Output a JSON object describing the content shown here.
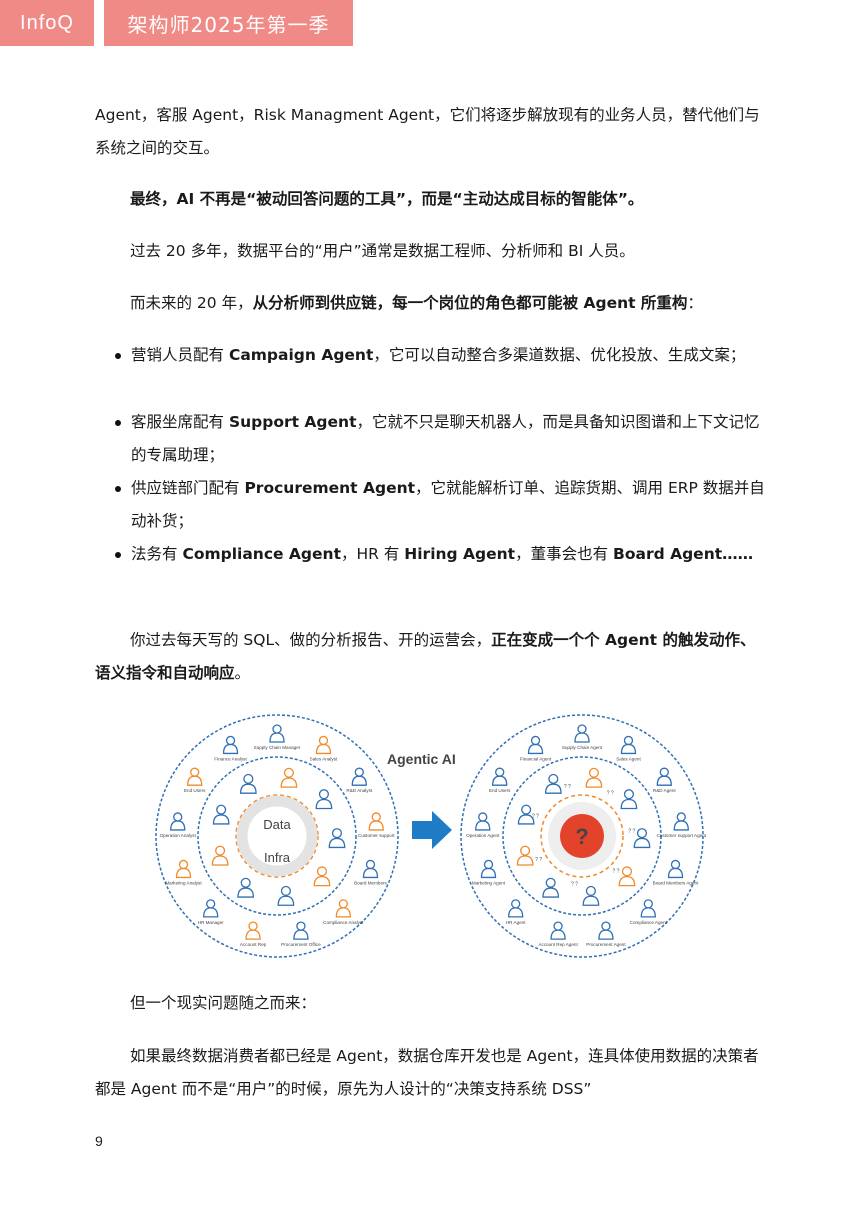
{
  "header": {
    "brand": "InfoQ",
    "issue": "架构师2025年第一季"
  },
  "body": {
    "p1": "Agent，客服 Agent，Risk Managment Agent，它们将逐步解放现有的业务人员，替代他们与系统之间的交互。",
    "p2": "最终，AI 不再是“被动回答问题的工具”，而是“主动达成目标的智能体”。",
    "p3": "过去 20 多年，数据平台的“用户”通常是数据工程师、分析师和 BI 人员。",
    "p4_a": "而未来的 20 年，",
    "p4_b": "从分析师到供应链，每一个岗位的角色都可能被 Agent 所重构",
    "p4_c": "：",
    "bullets": [
      {
        "a": "营销人员配有 ",
        "b": "Campaign Agent",
        "c": "，它可以自动整合多渠道数据、优化投放、生成文案；"
      },
      {
        "a": "客服坐席配有 ",
        "b": "Support Agent",
        "c": "，它就不只是聊天机器人，而是具备知识图谱和上下文记忆的专属助理；"
      },
      {
        "a": "供应链部门配有 ",
        "b": "Procurement Agent",
        "c": "，它就能解析订单、追踪货期、调用 ERP 数据并自动补货；"
      },
      {
        "a": "法务有 ",
        "b": "Compliance Agent",
        "c": "，HR 有 ",
        "d": "Hiring Agent",
        "e": "，董事会也有 ",
        "f": "Board Agent……"
      }
    ],
    "p5_a": "你过去每天写的 SQL、做的分析报告、开的运营会，",
    "p5_b": "正在变成一个个 Agent 的触发动作、语义指令和自动响应",
    "p5_c": "。",
    "p6": "但一个现实问题随之而来：",
    "p7": "如果最终数据消费者都已经是 Agent，数据仓库开发也是 Agent，连具体使用数据的决策者都是 Agent 而不是“用户”的时候，原先为人设计的“决策支持系统 DSS”"
  },
  "figure": {
    "title": "Agentic AI",
    "left_core_top": "Data",
    "left_core_bottom": "Infra",
    "right_core": "?",
    "left_labels": [
      "Supply Chain Manager",
      "Sales Analyst",
      "R&D Analyst",
      "Customer support",
      "Board Members",
      "Compliance Analyst",
      "Procurement Office",
      "Account Rep",
      "HR Manager",
      "Marketing Analyst",
      "Operation Analyst",
      "End Users",
      "Finance Analyst"
    ],
    "right_labels": [
      "Supply Chain Agent",
      "Sales Agent",
      "R&D Agent",
      "Customer support Agent",
      "Board Members Agent",
      "Compliance Agent",
      "Procurement Agent",
      "Account Rep Agent",
      "HR Agent",
      "Marketing Agent",
      "Operation Agent",
      "End Users",
      "Financial Agent"
    ],
    "qmarks": [
      "? ?",
      "? ?",
      "? ?",
      "? ?",
      "? ?",
      "? ?",
      "? ?"
    ]
  },
  "page_number": "9",
  "colors": {
    "header_bg": "#f08a86",
    "ring": "#2f6fb5",
    "arrow": "#1e7cc6",
    "orange": "#f08a2a",
    "red": "#e2432a"
  }
}
